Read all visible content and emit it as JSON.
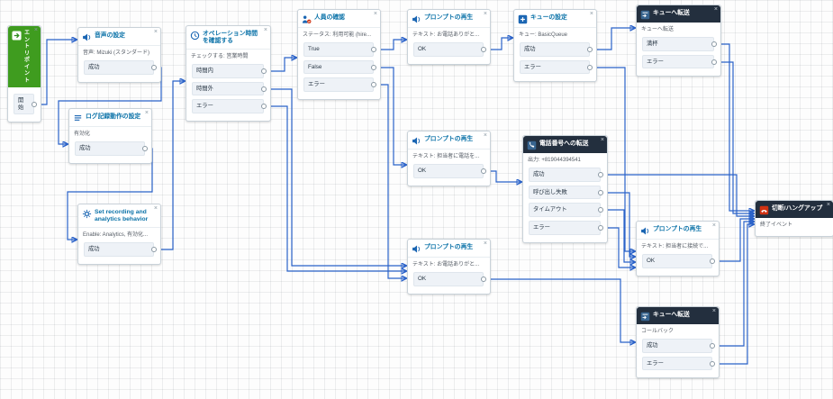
{
  "ui": {
    "close_glyph": "×"
  },
  "colors": {
    "connector": "#2a62c9",
    "title_blue": "#0b72a8",
    "dark_header": "#232f3e",
    "entry_green": "#3f9c1f",
    "error_red": "#d13212"
  },
  "nodes": [
    {
      "id": "entry-point",
      "title": "エントリポイント",
      "body": "",
      "outputs": [
        "開始"
      ],
      "style": "entry",
      "icon": "entry-arrow-icon"
    },
    {
      "id": "set-voice",
      "title": "音声の設定",
      "body": "音声: Mizuki (スタンダード)",
      "outputs": [
        "成功"
      ],
      "style": "light",
      "icon": "speaker-icon"
    },
    {
      "id": "set-logging-behavior",
      "title": "ログ記録動作の設定",
      "body": "有効化",
      "outputs": [
        "成功"
      ],
      "style": "light",
      "icon": "list-icon"
    },
    {
      "id": "set-recording-analytics",
      "title": "Set recording and analytics behavior",
      "body": "Enable: Analytics, 有効化...",
      "outputs": [
        "成功"
      ],
      "style": "light",
      "icon": "gear-icon"
    },
    {
      "id": "check-hours-of-operation",
      "title": "オペレーション時間を確認する",
      "body": "チェックする: 営業時間",
      "outputs": [
        "時間内",
        "時間外",
        "エラー"
      ],
      "style": "light",
      "icon": "clock-icon"
    },
    {
      "id": "check-staffing",
      "title": "人員の確認",
      "body": "ステータス: 利用可能 (hire...",
      "outputs": [
        "True",
        "False",
        "エラー"
      ],
      "style": "light",
      "icon": "people-check-icon"
    },
    {
      "id": "play-prompt-1",
      "title": "プロンプトの再生",
      "body": "テキスト: お電話ありがと...",
      "outputs": [
        "OK"
      ],
      "style": "light",
      "icon": "speaker-icon"
    },
    {
      "id": "set-queue",
      "title": "キューの設定",
      "body": "キュー: BasicQueue",
      "outputs": [
        "成功",
        "エラー"
      ],
      "style": "light",
      "icon": "queue-icon"
    },
    {
      "id": "transfer-to-queue-1",
      "title": "キューへ転送",
      "body": "キューへ転送",
      "outputs": [
        "満杯",
        "エラー"
      ],
      "style": "dark",
      "icon": "queue-transfer-icon"
    },
    {
      "id": "play-prompt-2",
      "title": "プロンプトの再生",
      "body": "テキスト: 担当者に電話を...",
      "outputs": [
        "OK"
      ],
      "style": "light",
      "icon": "speaker-icon"
    },
    {
      "id": "transfer-to-phone-number",
      "title": "電話番号への転送",
      "body": "出力: +819044394541",
      "outputs": [
        "成功",
        "呼び出し失敗",
        "タイムアウト",
        "エラー"
      ],
      "style": "dark",
      "icon": "phone-transfer-icon"
    },
    {
      "id": "play-prompt-3",
      "title": "プロンプトの再生",
      "body": "テキスト: お電話ありがと...",
      "outputs": [
        "OK"
      ],
      "style": "light",
      "icon": "speaker-icon"
    },
    {
      "id": "play-prompt-4",
      "title": "プロンプトの再生",
      "body": "テキスト: 担当者に接続で...",
      "outputs": [
        "OK"
      ],
      "style": "light",
      "icon": "speaker-icon"
    },
    {
      "id": "transfer-to-queue-2",
      "title": "キューへ転送",
      "body": "コールバック",
      "outputs": [
        "成功",
        "エラー"
      ],
      "style": "dark",
      "icon": "queue-transfer-icon"
    },
    {
      "id": "disconnect-hangup",
      "title": "切断/ハングアップ",
      "body": "終了イベント",
      "outputs": [],
      "style": "dark",
      "icon": "disconnect-icon"
    }
  ]
}
